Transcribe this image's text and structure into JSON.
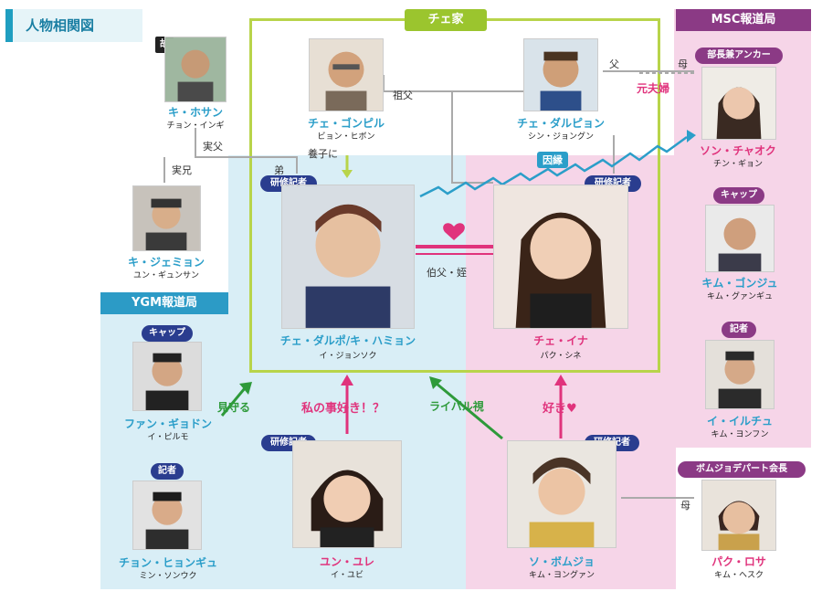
{
  "title": "人物相関図",
  "groups": {
    "che_family": "チェ家",
    "msc": "MSC報道局",
    "ygm": "YGM報道局"
  },
  "characters": [
    {
      "id": "ki_hosan",
      "name": "キ・ホサン",
      "actor": "チョン・インギ",
      "tag": "故"
    },
    {
      "id": "ki_jemyon",
      "name": "キ・ジェミョン",
      "actor": "ユン・ギュンサン"
    },
    {
      "id": "che_gonpil",
      "name": "チェ・ゴンピル",
      "actor": "ビョン・ヒボン"
    },
    {
      "id": "che_darupyon",
      "name": "チェ・ダルピョン",
      "actor": "シン・ジョングン"
    },
    {
      "id": "che_darupo",
      "name": "チェ・ダルポ/キ・ハミョン",
      "actor": "イ・ジョンソク",
      "tag": "研修記者"
    },
    {
      "id": "che_ina",
      "name": "チェ・イナ",
      "actor": "パク・シネ",
      "tag": "研修記者"
    },
    {
      "id": "son_chaoku",
      "name": "ソン・チャオク",
      "actor": "チン・ギョン",
      "tag": "部長兼アンカー"
    },
    {
      "id": "kim_gonju",
      "name": "キム・ゴンジュ",
      "actor": "キム・グァンギュ",
      "tag": "キャップ"
    },
    {
      "id": "i_iruchu",
      "name": "イ・イルチュ",
      "actor": "キム・ヨンフン",
      "tag": "記者"
    },
    {
      "id": "fan_gyodon",
      "name": "ファン・ギョドン",
      "actor": "イ・ピルモ",
      "tag": "キャップ"
    },
    {
      "id": "chon_hyongyu",
      "name": "チョン・ヒョンギュ",
      "actor": "ミン・ソンウク",
      "tag": "記者"
    },
    {
      "id": "yun_yure",
      "name": "ユン・ユレ",
      "actor": "イ・ユビ",
      "tag": "研修記者"
    },
    {
      "id": "so_bomujo",
      "name": "ソ・ボムジョ",
      "actor": "キム・ヨングァン",
      "tag": "研修記者"
    },
    {
      "id": "paku_rosa",
      "name": "パク・ロサ",
      "actor": "キム・ヘスク",
      "tag": "ボムジョデパート会長"
    }
  ],
  "relations": {
    "jitsufu": "実父",
    "jikkei": "実兄",
    "otouto": "弟",
    "youshi": "養子に",
    "sofu": "祖父",
    "chichi": "父",
    "haha": "母",
    "haha2": "母",
    "motofuufu": "元夫婦",
    "inen": "因縁",
    "hakufu": "伯父・姪",
    "mimamoru": "見守る",
    "watashi_suki": "私の事好き！？",
    "rival": "ライバル視",
    "suki": "好き♥"
  },
  "colors": {
    "pink": "#e0337c",
    "blue": "#2b9ec9",
    "green": "#9bc52e",
    "purple": "#8b3a85"
  }
}
